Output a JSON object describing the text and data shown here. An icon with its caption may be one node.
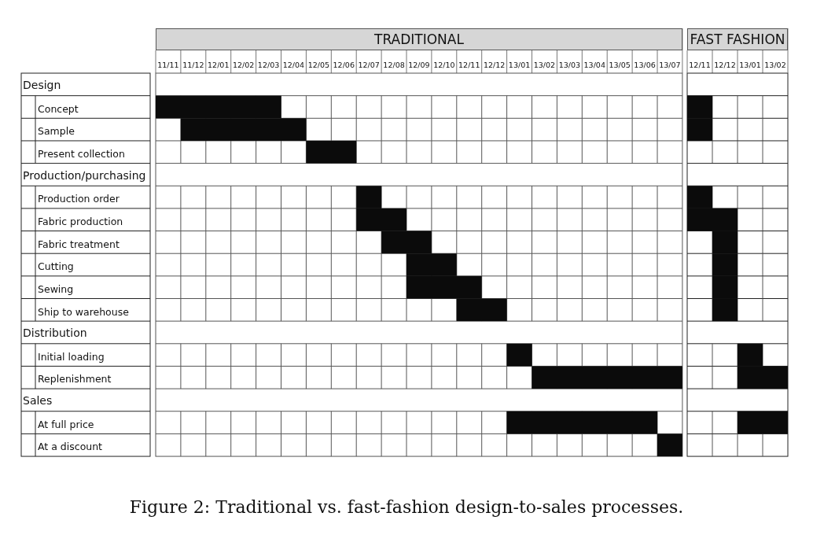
{
  "diagram": {
    "caption": "Figure 2: Traditional vs. fast-fashion design-to-sales processes.",
    "labels": [
      "TRADITIONAL",
      "FAST FASHION",
      "11/11",
      "11/12",
      "12/01",
      "12/02",
      "12/03",
      "12/04",
      "12/05",
      "12/06",
      "12/07",
      "12/08",
      "12/09",
      "12/10",
      "12/11",
      "12/12",
      "13/01",
      "13/02",
      "13/03",
      "13/04",
      "13/05",
      "13/06",
      "13/07",
      "12/11",
      "12/12",
      "13/01",
      "13/02",
      "Design",
      "Concept",
      "Sample",
      "Present collection",
      "Production/purchasing",
      "Production order",
      "Fabric production",
      "Fabric treatment",
      "Cutting",
      "Sewing",
      "Ship to warehouse",
      "Distribution",
      "Initial loading",
      "Replenishment",
      "Sales",
      "At full price",
      "At a discount"
    ]
  }
}
